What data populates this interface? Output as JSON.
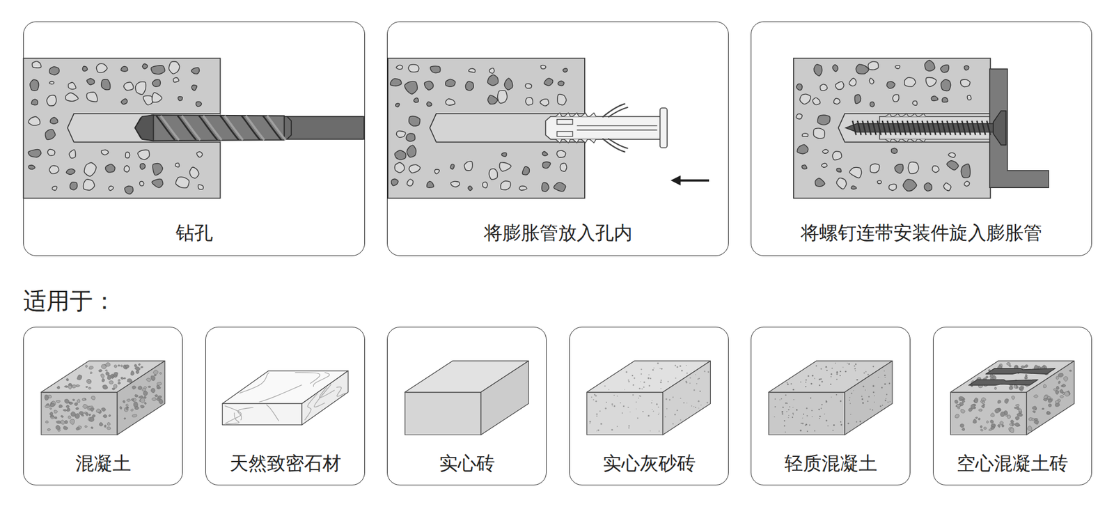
{
  "diagram": {
    "nodes": [
      {
        "text": [
          "钻孔"
        ]
      },
      {
        "text": [
          "将膨胀管放入孔内"
        ]
      },
      {
        "text": [
          "将螺钉连带安装件旋入膨胀管"
        ]
      },
      {
        "text": [
          "混凝土"
        ]
      },
      {
        "text": [
          "天然致密石材"
        ]
      },
      {
        "text": [
          "实心砖"
        ]
      },
      {
        "text": [
          "实心灰砂砖"
        ]
      },
      {
        "text": [
          "轻质混凝土"
        ]
      },
      {
        "text": [
          "空心混凝土砖"
        ]
      }
    ],
    "labels": [
      "适用于："
    ]
  }
}
